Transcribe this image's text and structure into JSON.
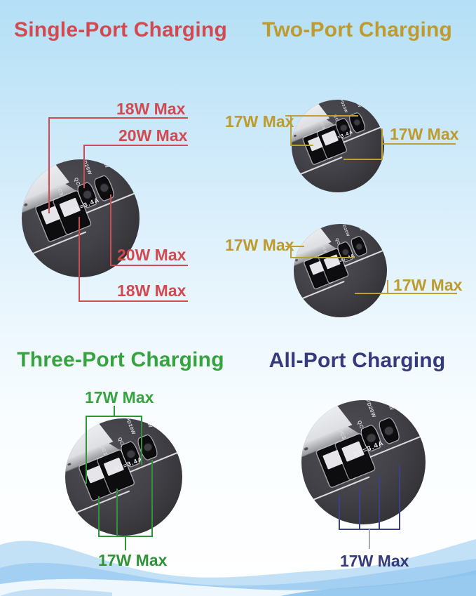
{
  "sections": {
    "single": {
      "title": "Single-Port Charging",
      "accent_color": "#d24950",
      "labels": {
        "top1": "18W Max",
        "top2": "20W Max",
        "bottom1": "20W Max",
        "bottom2": "18W Max"
      }
    },
    "two": {
      "title": "Two-Port Charging",
      "accent_color": "#bd9b2f",
      "device_top": {
        "left": "17W Max",
        "right": "17W Max"
      },
      "device_bottom": {
        "left": "17W Max",
        "right": "17W Max"
      }
    },
    "three": {
      "title": "Three-Port Charging",
      "accent_color": "#35a33e",
      "top_label": "17W Max",
      "bottom_label": "17W Max"
    },
    "all": {
      "title": "All-Port Charging",
      "accent_color": "#363a7c",
      "bottom_label": "17W Max"
    }
  },
  "device": {
    "usb_a_label": "QC3.0",
    "usb_c_label": "PD20W",
    "rating": "5V=3.4A",
    "body_color": "#3d3c42",
    "edge_color": "#b3b5b9"
  }
}
